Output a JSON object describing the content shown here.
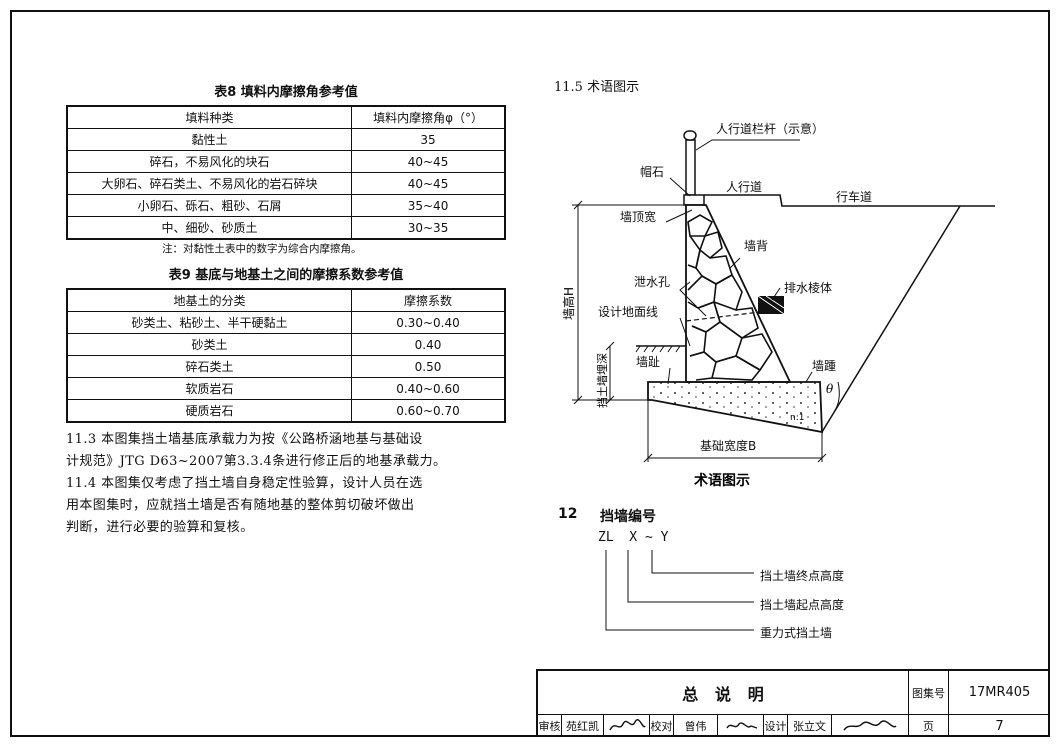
{
  "table8": {
    "caption": "表8    填料内摩擦角参考值",
    "headers": [
      "填料种类",
      "填料内摩擦角φ（°）"
    ],
    "rows": [
      [
        "黏性土",
        "35"
      ],
      [
        "碎石，不易风化的块石",
        "40~45"
      ],
      [
        "大卵石、碎石类土、不易风化的岩石碎块",
        "40~45"
      ],
      [
        "小卵石、砾石、粗砂、石屑",
        "35~40"
      ],
      [
        "中、细砂、砂质土",
        "30~35"
      ]
    ],
    "note": "注：对黏性土表中的数字为综合内摩擦角。"
  },
  "table9": {
    "caption": "表9    基底与地基土之间的摩擦系数参考值",
    "headers": [
      "地基土的分类",
      "摩擦系数"
    ],
    "rows": [
      [
        "砂类土、粘砂土、半干硬黏土",
        "0.30~0.40"
      ],
      [
        "砂类土",
        "0.40"
      ],
      [
        "碎石类土",
        "0.50"
      ],
      [
        "软质岩石",
        "0.40~0.60"
      ],
      [
        "硬质岩石",
        "0.60~0.70"
      ]
    ]
  },
  "paragraphs": [
    "11.3 本图集挡土墙基底承载力为按《公路桥涵地基与基础设",
    "计规范》JTG D63~2007第3.3.4条进行修正后的地基承载力。",
    "11.4 本图集仅考虑了挡土墙自身稳定性验算，设计人员在选",
    "用本图集时，应就挡土墙是否有随地基的整体剪切破坏做出",
    "判断，进行必要的验算和复核。"
  ],
  "diagram": {
    "section_title": "11.5 术语图示",
    "labels": {
      "railing": "人行道栏杆（示意）",
      "cap_stone": "帽石",
      "sidewalk": "人行道",
      "roadway": "行车道",
      "top_width": "墙顶宽",
      "wall_back": "墙背",
      "wall_height": "墙高H",
      "drain_hole": "泄水孔",
      "drain_prism": "排水棱体",
      "design_ground": "设计地面线",
      "buried_depth": "挡土墙埋深",
      "toe": "墙趾",
      "heel": "墙踵",
      "theta": "θ",
      "slope": "n:1",
      "base_width": "基础宽度B"
    },
    "caption": "术语图示"
  },
  "numbering": {
    "section_no": "12",
    "title": "挡墙编号",
    "code": "ZL  X ~ Y",
    "items": [
      "挡土墙终点高度",
      "挡土墙起点高度",
      "重力式挡土墙"
    ]
  },
  "title_block": {
    "title": "总   说   明",
    "atlas_label": "图集号",
    "atlas_no": "17MR405",
    "review_label": "审核",
    "reviewer": "苑红凯",
    "check_label": "校对",
    "checker": "曾伟",
    "design_label": "设计",
    "designer": "张立文",
    "page_label": "页",
    "page_no": "7"
  }
}
